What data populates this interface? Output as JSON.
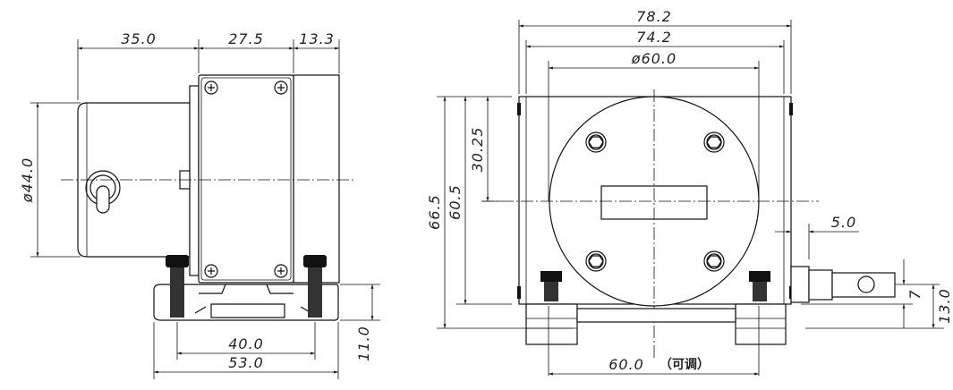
{
  "side_view": {
    "dims": {
      "length_motor": "35.0",
      "length_body": "27.5",
      "length_cover": "13.3",
      "diameter_motor": "ø44.0",
      "screw_pitch": "40.0",
      "rail_width": "53.0",
      "rail_height": "11.0"
    }
  },
  "front_view": {
    "dims": {
      "overall_width": "78.2",
      "body_width": "74.2",
      "drum_diameter": "ø60.0",
      "overall_height": "66.5",
      "body_height": "60.5",
      "center_height": "30.25",
      "outlet_offset": "5.0",
      "outlet_height": "7",
      "outlet_base": "13.0",
      "mount_spacing": "60.0",
      "mount_spacing_note": "（可调）"
    }
  }
}
